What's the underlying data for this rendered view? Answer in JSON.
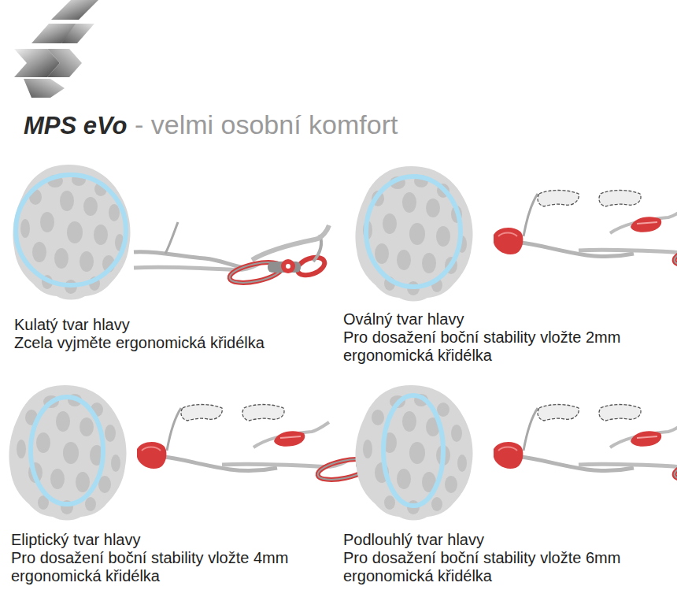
{
  "diagram": {
    "title": "MPS eVo",
    "labels": [
      "- velmi osobní komfort",
      "Kulatý tvar hlavy",
      "Zcela vyjměte ergonomická křidélka",
      "Oválný tvar hlavy",
      "Pro dosažení boční stability vložte 2mm ergonomická křidélka",
      "Eliptický tvar hlavy",
      "Pro dosažení boční stability vložte 4mm ergonomická křidélka",
      "Podlouhlý tvar hlavy",
      "Pro dosažení boční stability vložte 6mm ergonomická křidélka"
    ]
  }
}
